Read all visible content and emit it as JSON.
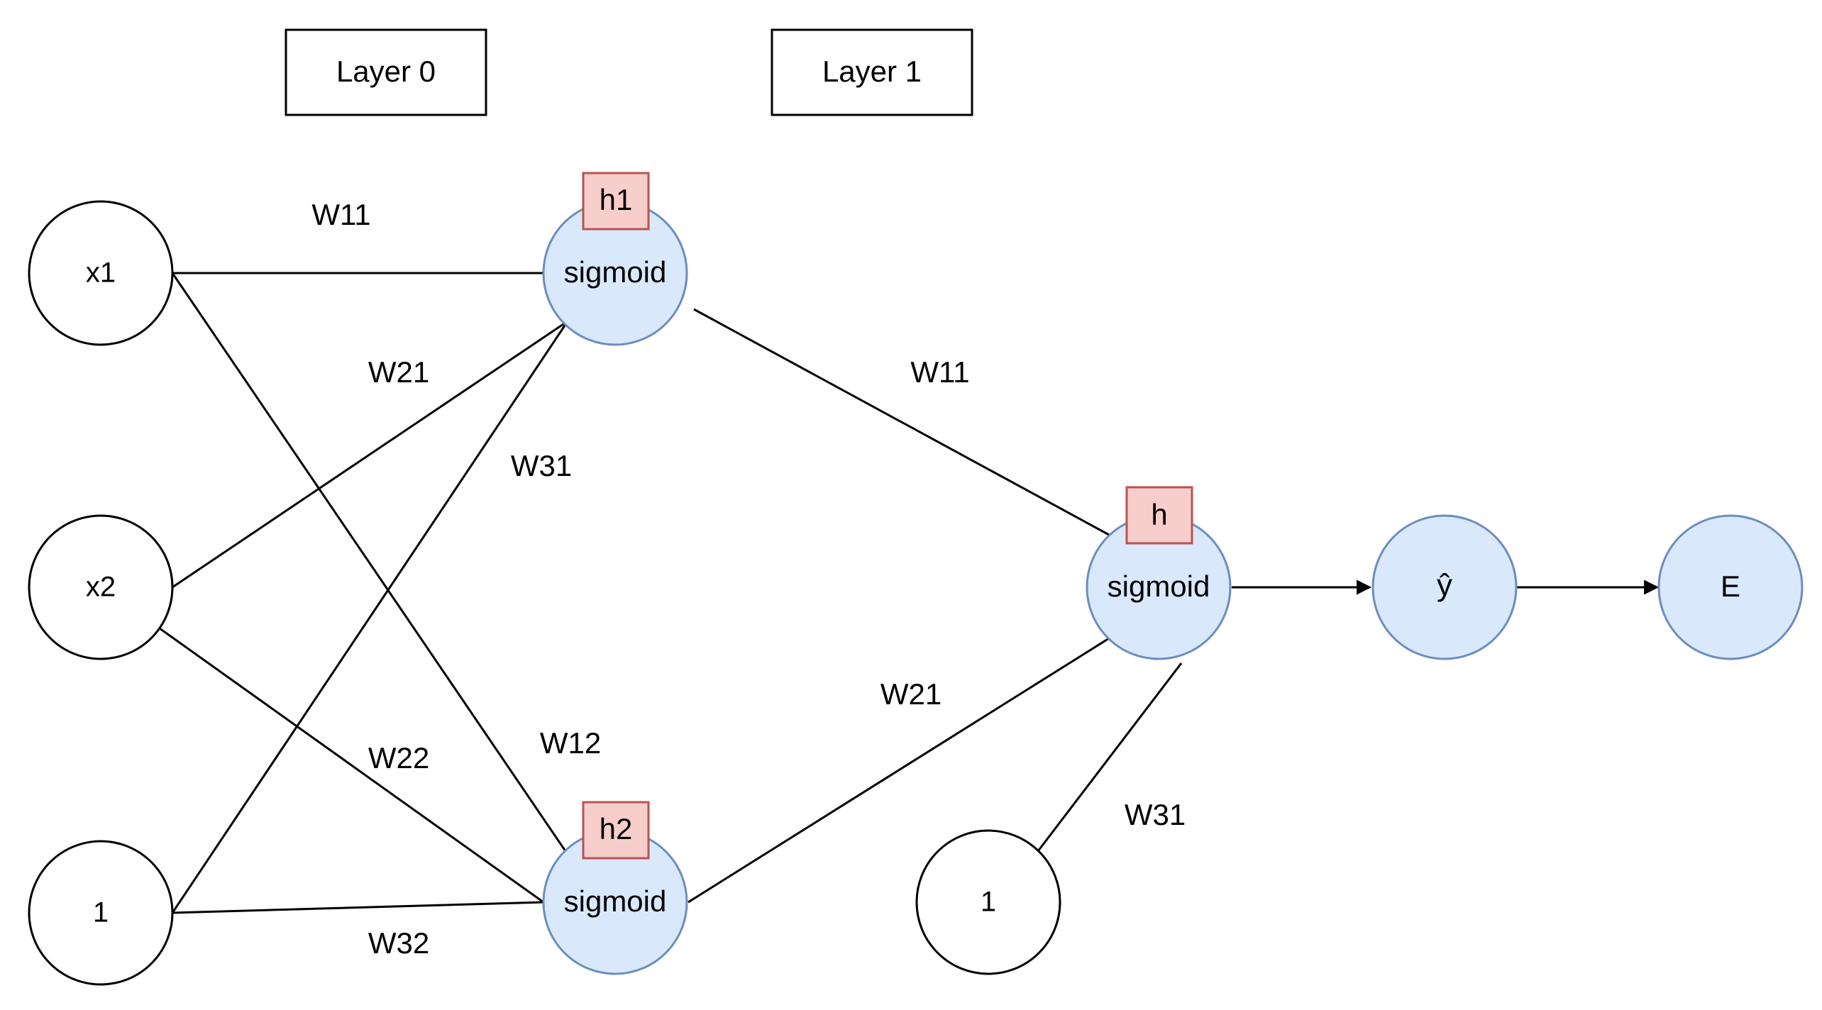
{
  "layers": [
    {
      "label": "Layer 0"
    },
    {
      "label": "Layer 1"
    }
  ],
  "inputs": [
    {
      "label": "x1"
    },
    {
      "label": "x2"
    },
    {
      "label": "1"
    }
  ],
  "hidden": [
    {
      "tag": "h1",
      "label": "sigmoid"
    },
    {
      "tag": "h2",
      "label": "sigmoid"
    }
  ],
  "output": {
    "tag": "h",
    "label": "sigmoid"
  },
  "bias2": {
    "label": "1"
  },
  "yhat": {
    "label": "ŷ"
  },
  "error": {
    "label": "E"
  },
  "weights": {
    "l0": {
      "w11": "W11",
      "w21": "W21",
      "w31": "W31",
      "w12": "W12",
      "w22": "W22",
      "w32": "W32"
    },
    "l1": {
      "w11": "W11",
      "w21": "W21",
      "w31": "W31"
    }
  },
  "colors": {
    "neuron_fill": "#dae8fc",
    "neuron_stroke": "#6c8ebf",
    "tag_fill": "#f8cecc",
    "tag_stroke": "#b85450"
  }
}
